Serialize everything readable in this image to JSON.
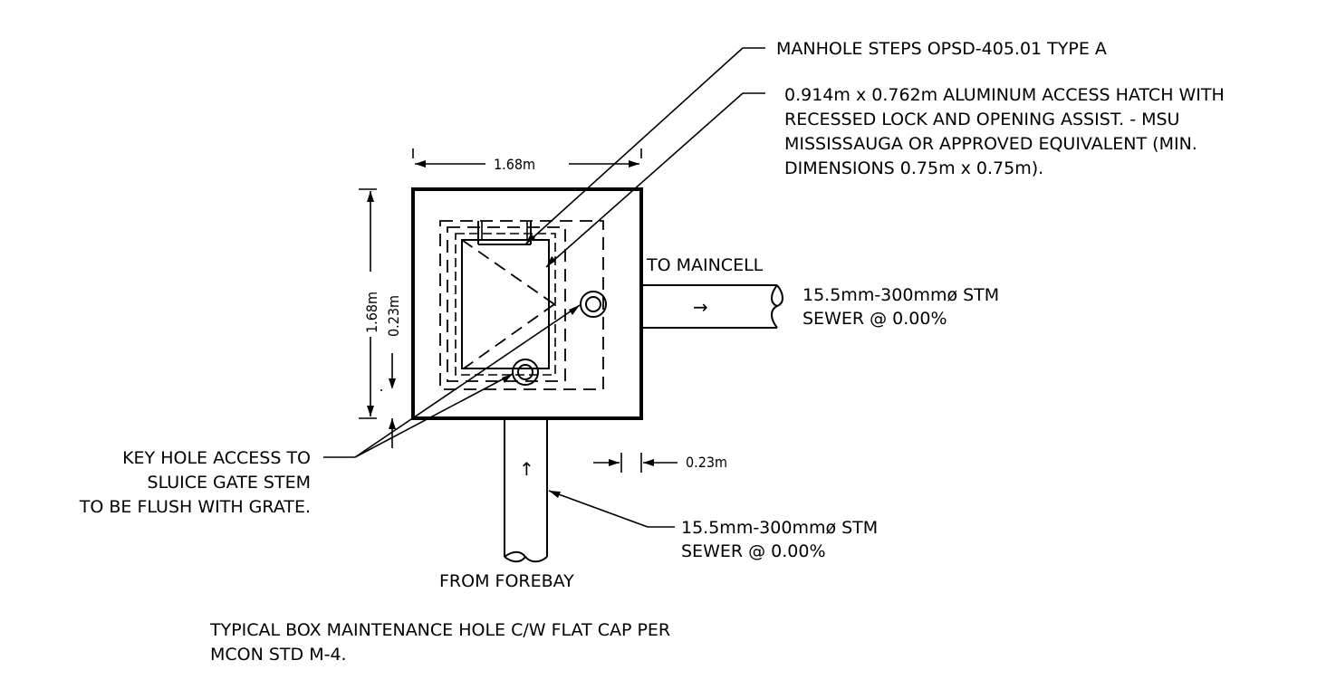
{
  "notes": {
    "manhole_steps": "MANHOLE STEPS OPSD-405.01 TYPE A",
    "hatch": [
      "0.914m x 0.762m ALUMINUM ACCESS HATCH WITH",
      "RECESSED LOCK AND OPENING ASSIST. - MSU",
      "MISSISSAUGA OR APPROVED EQUIVALENT (MIN.",
      "DIMENSIONS 0.75m x 0.75m)."
    ],
    "to_maincell": "TO MAINCELL",
    "outlet_pipe": [
      "15.5mm-300mmø STM",
      "SEWER @ 0.00%"
    ],
    "key_hole": [
      "KEY HOLE ACCESS TO",
      "SLUICE GATE STEM",
      "TO BE FLUSH WITH GRATE."
    ],
    "inlet_pipe": [
      "15.5mm-300mmø STM",
      "SEWER @ 0.00%"
    ],
    "from_forebay": "FROM FOREBAY",
    "title": [
      "TYPICAL BOX MAINTENANCE HOLE C/W FLAT CAP PER",
      "MCON STD M-4."
    ]
  },
  "dimensions": {
    "width_top": "1.68m",
    "height_left": "1.68m",
    "wall_left": "0.23m",
    "wall_bottom": "0.23m"
  },
  "flow_arrows": {
    "outlet": "→",
    "inlet": "↑"
  }
}
